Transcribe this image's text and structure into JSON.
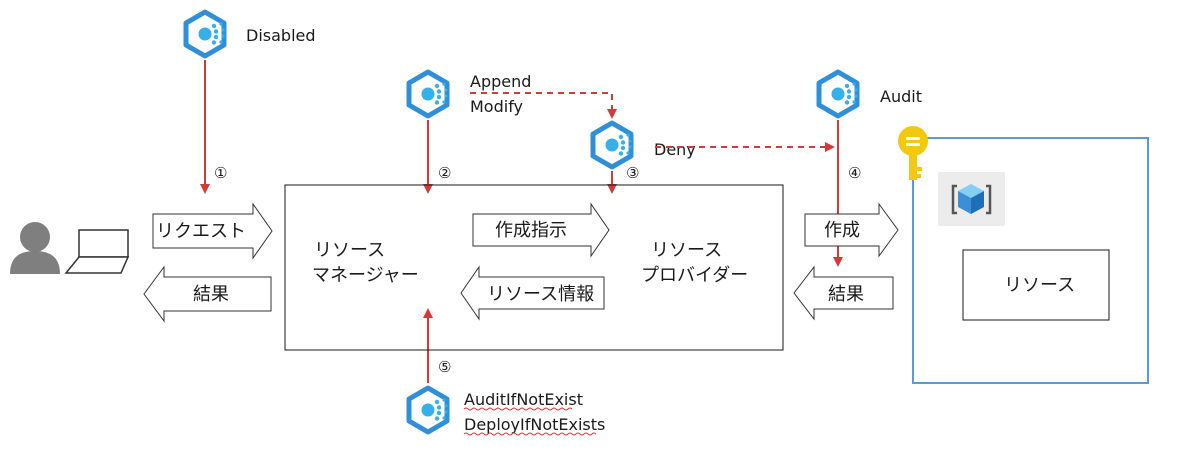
{
  "labels": {
    "disabled": "Disabled",
    "append": "Append",
    "modify": "Modify",
    "deny": "Deny",
    "audit": "Audit",
    "audit_if_not_exist": "AuditIfNotExist",
    "deploy_if_not_exists": "DeployIfNotExists",
    "request_arrow": "リクエスト",
    "result_arrow_left": "結果",
    "create_instruction_arrow": "作成指示",
    "resource_info_arrow": "リソース情報",
    "create_arrow": "作成",
    "result_arrow_right": "結果",
    "resource_manager_line1": "リソース",
    "resource_manager_line2": "マネージャー",
    "resource_provider_line1": "リソース",
    "resource_provider_line2": "プロバイダー",
    "resource_box": "リソース"
  },
  "steps": [
    "①",
    "②",
    "③",
    "④",
    "⑤"
  ],
  "colors": {
    "policy_hex_outer": "#2f8fd8",
    "policy_dots": "#36b0e8",
    "red_arrow": "#d33a3a",
    "resource_group_border": "#5b9bd5",
    "key": "#f2c811",
    "person": "#7f7f7f"
  }
}
